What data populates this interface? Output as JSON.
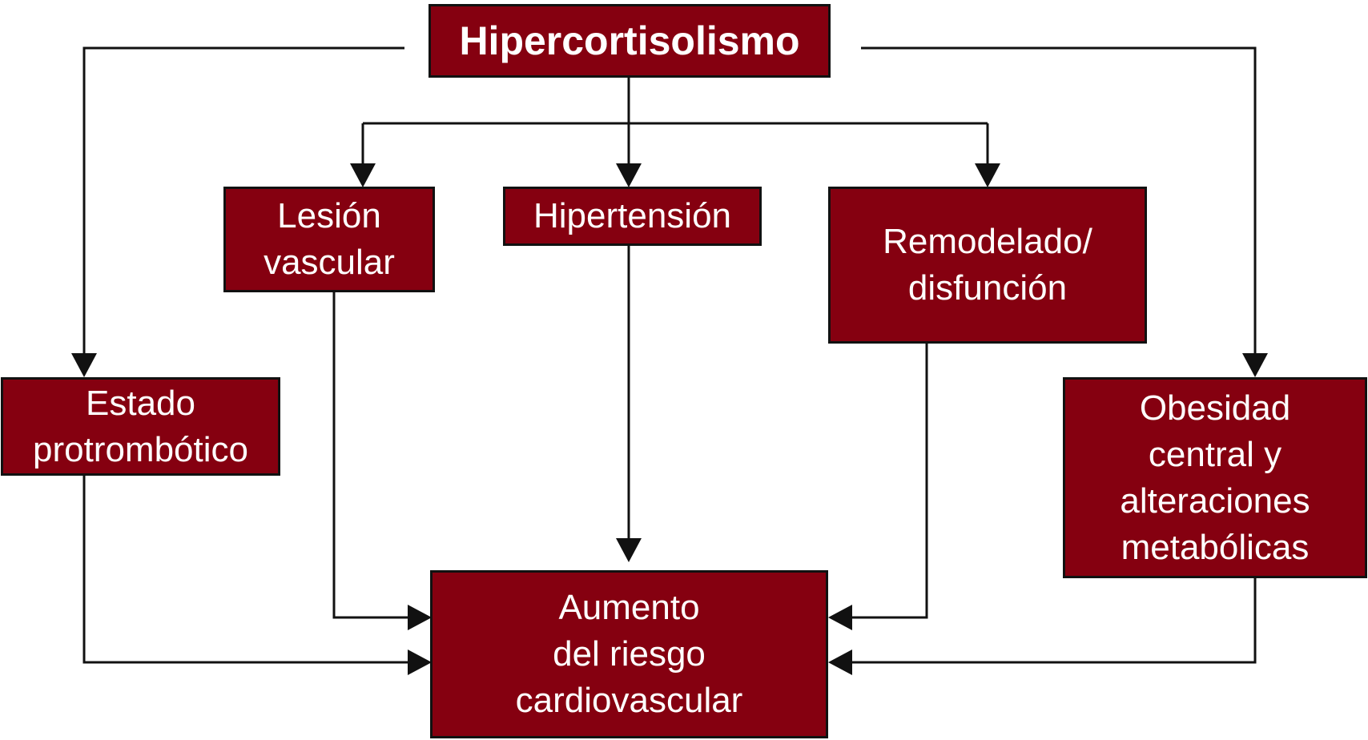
{
  "diagram": {
    "nodes": {
      "hipercortisolismo": {
        "lines": [
          "Hipercortisolismo"
        ]
      },
      "lesion_vascular": {
        "lines": [
          "Lesión",
          "vascular"
        ]
      },
      "hipertension": {
        "lines": [
          "Hipertensión"
        ]
      },
      "remodelado": {
        "lines": [
          "Remodelado/",
          "disfunción"
        ]
      },
      "estado_protrombotico": {
        "lines": [
          "Estado",
          "protrombótico"
        ]
      },
      "obesidad": {
        "lines": [
          "Obesidad",
          "central y",
          "alteraciones",
          "metabólicas"
        ]
      },
      "aumento_riesgo": {
        "lines": [
          "Aumento",
          "del riesgo",
          "cardiovascular"
        ]
      }
    },
    "edges": [
      {
        "from": "hipercortisolismo",
        "to": "lesion_vascular"
      },
      {
        "from": "hipercortisolismo",
        "to": "hipertension"
      },
      {
        "from": "hipercortisolismo",
        "to": "remodelado"
      },
      {
        "from": "hipercortisolismo",
        "to": "estado_protrombotico"
      },
      {
        "from": "hipercortisolismo",
        "to": "obesidad"
      },
      {
        "from": "lesion_vascular",
        "to": "aumento_riesgo"
      },
      {
        "from": "hipertension",
        "to": "aumento_riesgo"
      },
      {
        "from": "remodelado",
        "to": "aumento_riesgo"
      },
      {
        "from": "estado_protrombotico",
        "to": "aumento_riesgo"
      },
      {
        "from": "obesidad",
        "to": "aumento_riesgo"
      }
    ],
    "colors": {
      "node_fill": "#850010",
      "node_border": "#111111",
      "node_text": "#ffffff",
      "connector": "#111111"
    }
  }
}
